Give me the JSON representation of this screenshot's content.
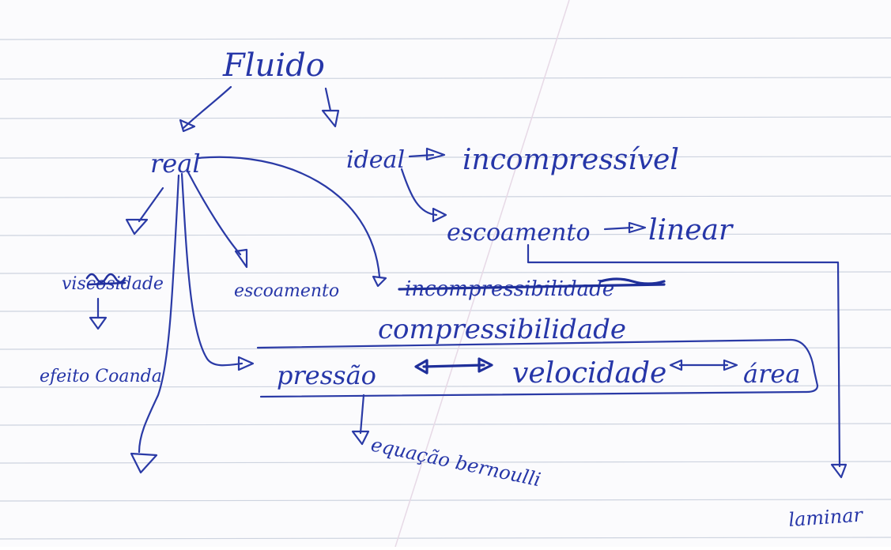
{
  "diagram": {
    "nodes": {
      "fluido": "Fluido",
      "real": "real",
      "ideal": "ideal",
      "incompressivel": "incompressível",
      "escoamento_ideal": "escoamento",
      "linear": "linear",
      "viscosidade": "viscosidade",
      "escoamento_real": "escoamento",
      "incompressibilidade_riscado": "incompressibilidade",
      "compressibilidade": "compressibilidade",
      "efeito_coanda": "efeito Coanda",
      "pressao": "pressão",
      "velocidade": "velocidade",
      "area": "área",
      "equacao_bernoulli": "equação bernoulli",
      "laminar": "laminar"
    }
  }
}
